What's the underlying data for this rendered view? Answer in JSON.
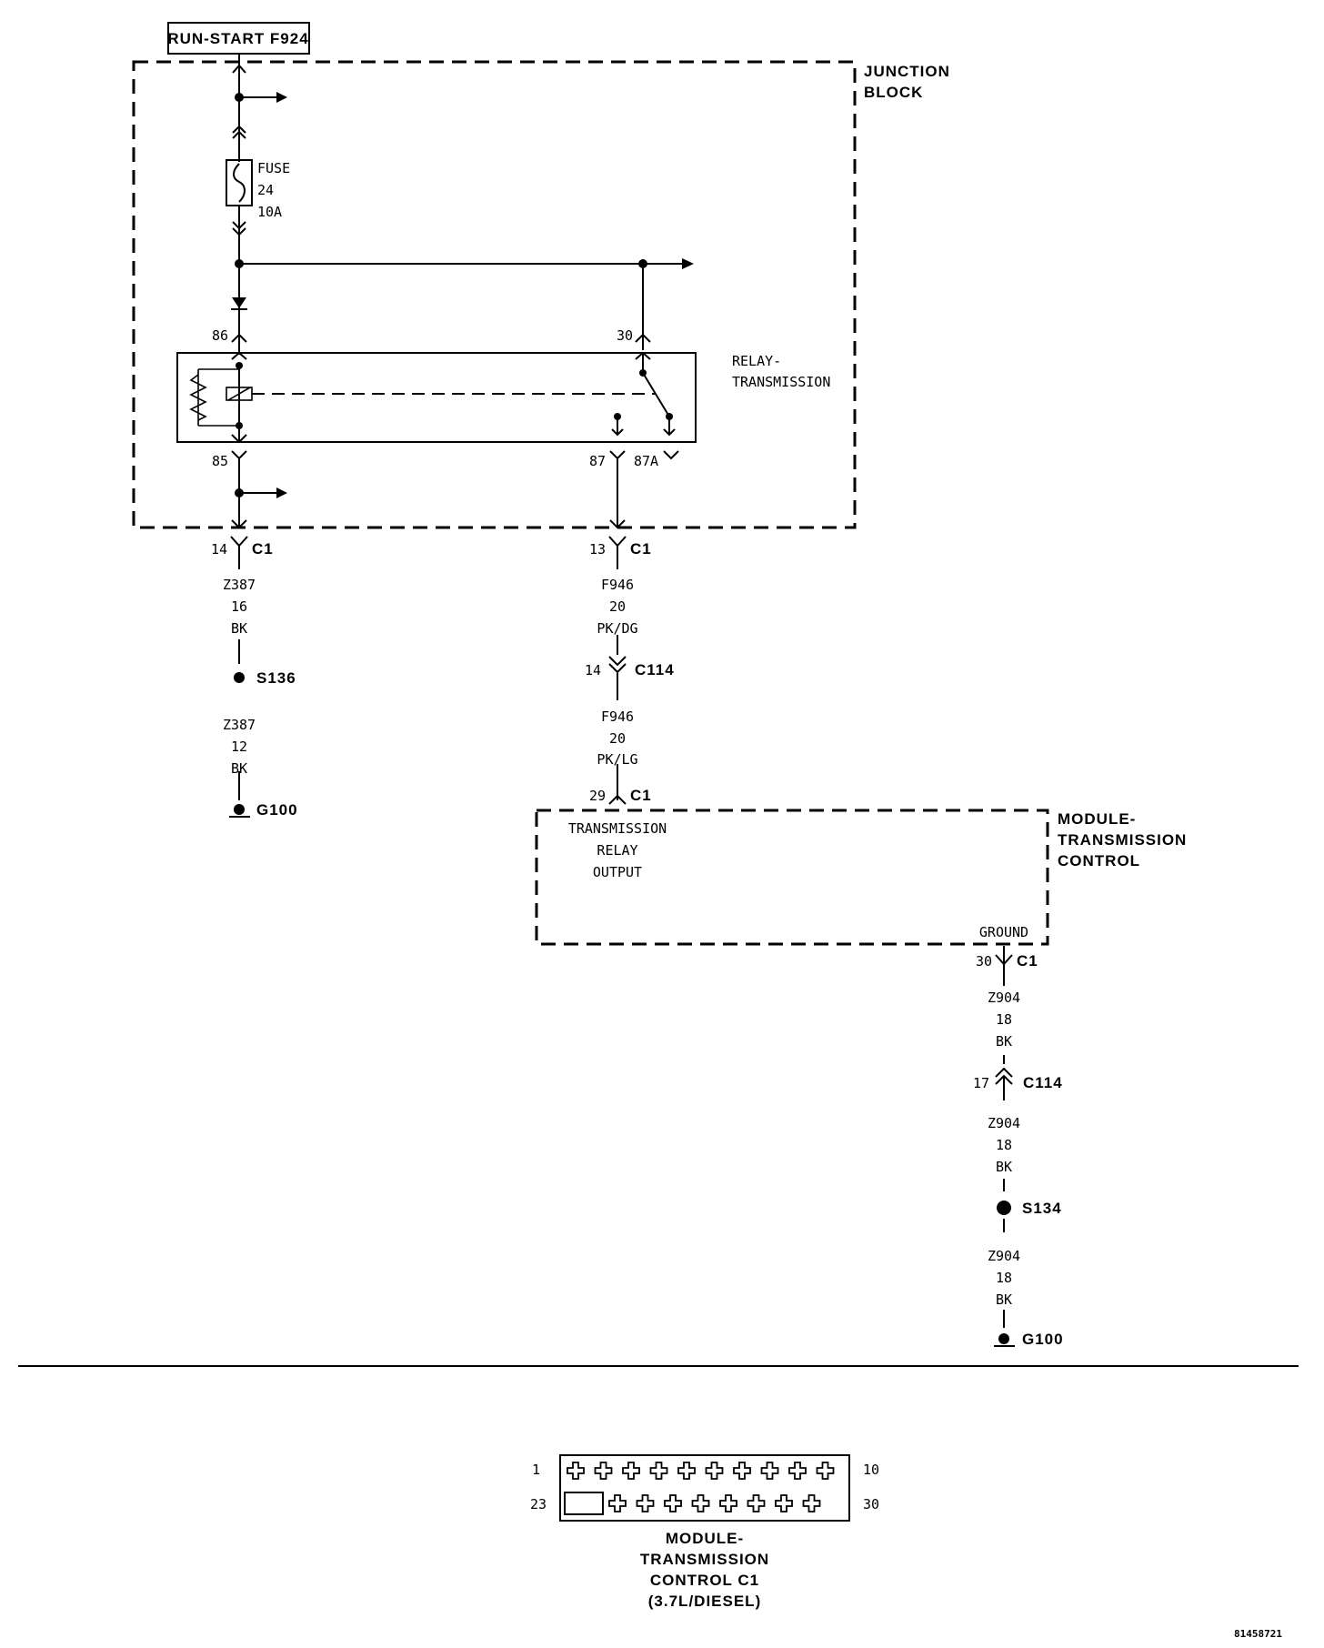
{
  "source": {
    "label": "RUN-START F924"
  },
  "junction_block": {
    "line1": "JUNCTION",
    "line2": "BLOCK"
  },
  "fuse": {
    "label": "FUSE",
    "number": "24",
    "rating": "10A"
  },
  "relay": {
    "name_line1": "RELAY-",
    "name_line2": "TRANSMISSION",
    "pins": {
      "p86": "86",
      "p30": "30",
      "p85": "85",
      "p87": "87",
      "p87a": "87A"
    }
  },
  "left_circuit": {
    "connector1": {
      "pin": "14",
      "name": "C1"
    },
    "wire1": {
      "code": "Z387",
      "gauge": "16",
      "color": "BK"
    },
    "splice": "S136",
    "wire2": {
      "code": "Z387",
      "gauge": "12",
      "color": "BK"
    },
    "ground": "G100"
  },
  "center_circuit": {
    "connector1": {
      "pin": "13",
      "name": "C1"
    },
    "wire1": {
      "code": "F946",
      "gauge": "20",
      "color": "PK/DG"
    },
    "connector2": {
      "pin": "14",
      "name": "C114"
    },
    "wire2": {
      "code": "F946",
      "gauge": "20",
      "color": "PK/LG"
    },
    "connector3": {
      "pin": "29",
      "name": "C1"
    }
  },
  "tcm": {
    "name_line1": "MODULE-",
    "name_line2": "TRANSMISSION",
    "name_line3": "CONTROL",
    "input_line1": "TRANSMISSION",
    "input_line2": "RELAY",
    "input_line3": "OUTPUT",
    "ground_label": "GROUND"
  },
  "right_circuit": {
    "connector1": {
      "pin": "30",
      "name": "C1"
    },
    "wire1": {
      "code": "Z904",
      "gauge": "18",
      "color": "BK"
    },
    "connector2": {
      "pin": "17",
      "name": "C114"
    },
    "wire2": {
      "code": "Z904",
      "gauge": "18",
      "color": "BK"
    },
    "splice": "S134",
    "wire3": {
      "code": "Z904",
      "gauge": "18",
      "color": "BK"
    },
    "ground": "G100"
  },
  "connector_view": {
    "pin_top_left": "1",
    "pin_top_right": "10",
    "pin_bottom_left": "23",
    "pin_bottom_right": "30",
    "caption_line1": "MODULE-",
    "caption_line2": "TRANSMISSION",
    "caption_line3": "CONTROL C1",
    "caption_line4": "(3.7L/DIESEL)"
  },
  "figure_id": "81458721"
}
